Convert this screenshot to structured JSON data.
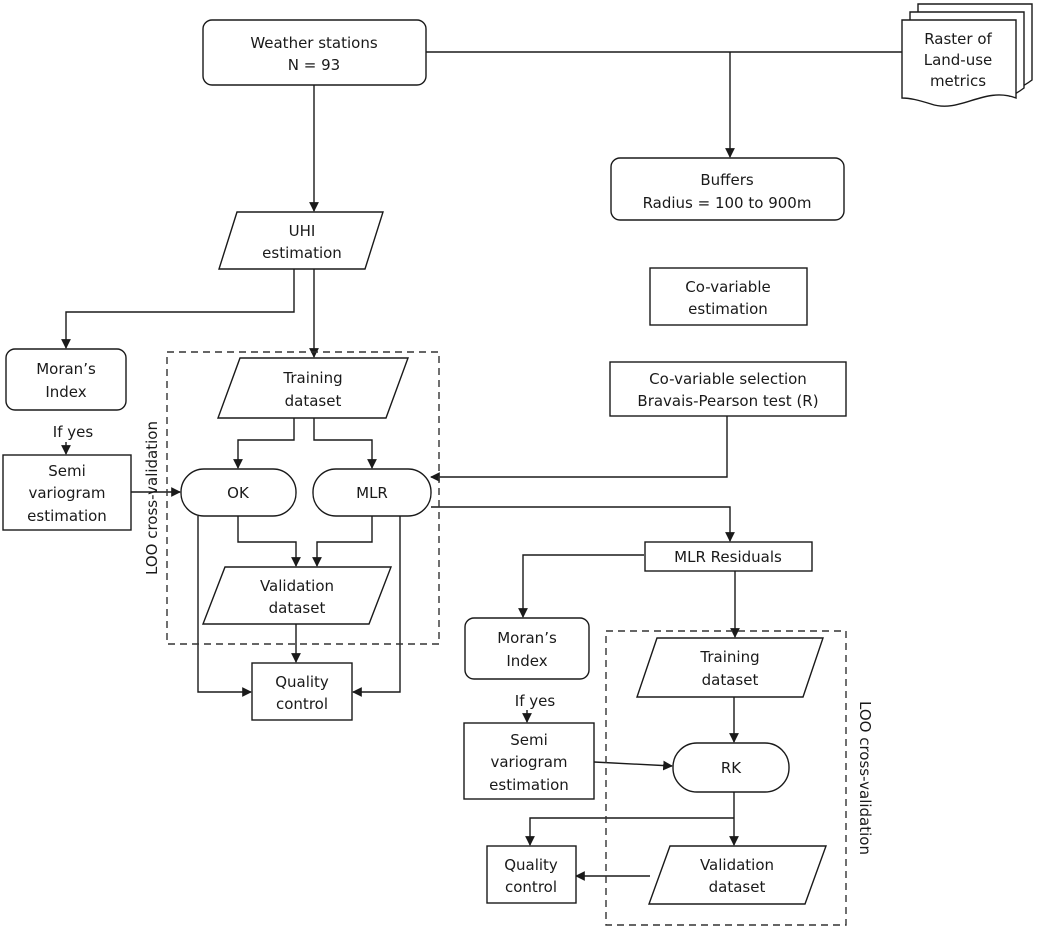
{
  "nodes": {
    "weather": [
      "Weather stations",
      "N = 93"
    ],
    "raster": [
      "Raster of",
      "Land-use",
      "metrics"
    ],
    "buffers": [
      "Buffers",
      "Radius = 100 to 900m"
    ],
    "uhi": [
      "UHI",
      "estimation"
    ],
    "covar_est": [
      "Co-variable",
      "estimation"
    ],
    "covar_sel": [
      "Co-variable selection",
      "Bravais-Pearson test (R)"
    ],
    "moran1": [
      "Moran’s",
      "Index"
    ],
    "ifyes1": "If yes",
    "semi1": [
      "Semi",
      "variogram",
      "estimation"
    ],
    "training1": [
      "Training",
      "dataset"
    ],
    "ok": "OK",
    "mlr": "MLR",
    "validation1": [
      "Validation",
      "dataset"
    ],
    "quality1": [
      "Quality",
      "control"
    ],
    "loo1": "LOO cross-validation",
    "mlr_residuals": "MLR Residuals",
    "moran2": [
      "Moran’s",
      "Index"
    ],
    "ifyes2": "If yes",
    "semi2": [
      "Semi",
      "variogram",
      "estimation"
    ],
    "training2": [
      "Training",
      "dataset"
    ],
    "rk": "RK",
    "validation2": [
      "Validation",
      "dataset"
    ],
    "quality2": [
      "Quality",
      "control"
    ],
    "loo2": "LOO cross-validation"
  }
}
